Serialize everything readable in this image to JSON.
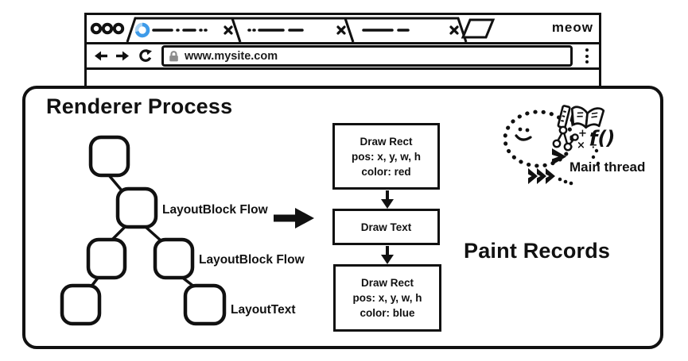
{
  "browser_window": {
    "brand": "meow",
    "url_bar": {
      "url": "www.mysite.com"
    },
    "tabs": [
      {
        "loading": true,
        "closable": true
      },
      {
        "loading": false,
        "closable": true
      },
      {
        "loading": false,
        "closable": true
      }
    ],
    "icons": {
      "traffic_lights": "three-ring-circles",
      "close": "x-cross",
      "new_tab": "parallelogram",
      "back": "left-arrow",
      "forward": "right-arrow",
      "reload": "circular-arrow",
      "lock": "padlock",
      "menu": "vertical-three-dots",
      "spinner": "loading-spinner"
    }
  },
  "renderer": {
    "title": "Renderer Process",
    "layout_tree": {
      "node_count": 6,
      "labels": [
        "LayoutBlock Flow",
        "LayoutBlock Flow",
        "LayoutText"
      ]
    },
    "paint_records": {
      "title": "Paint Records",
      "boxes": [
        {
          "lines": [
            "Draw Rect",
            "pos: x, y, w, h",
            "color: red"
          ]
        },
        {
          "lines": [
            "Draw Text"
          ]
        },
        {
          "lines": [
            "Draw Rect",
            "pos: x, y, w, h",
            "color: blue"
          ]
        }
      ]
    },
    "main_thread": {
      "label": "Main thread",
      "doodle": {
        "math_row1": "+ -",
        "math_row2": "× ÷",
        "fn": "f()"
      }
    }
  },
  "colors": {
    "ink": "#111111",
    "spinner_blue": "#3E9BE9",
    "spinner_light": "#A9D3F4",
    "lock_gray": "#8C8C8C",
    "background": "#FFFFFF"
  }
}
